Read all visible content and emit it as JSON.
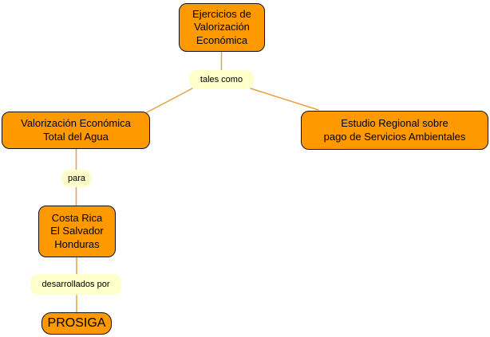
{
  "colors": {
    "node_fill": "#FF9900",
    "node_border": "#111111",
    "label_fill": "#FFFFCC",
    "line": "#E8A13D",
    "text": "#000000",
    "background": "#FFFFFF"
  },
  "nodes": {
    "ejercicios": {
      "text": "Ejercicios de\nValorización\nEconómica"
    },
    "valorizacion": {
      "text": "Valorización Económica\nTotal del Agua"
    },
    "estudio": {
      "text": "Estudio Regional sobre\npago de Servicios Ambientales"
    },
    "paises": {
      "text": "Costa Rica\nEl Salvador\nHonduras"
    },
    "prosiga": {
      "text": "PROSIGA"
    }
  },
  "link_labels": {
    "tales_como": {
      "text": "tales como"
    },
    "para": {
      "text": "para"
    },
    "desarrollados_por": {
      "text": "desarrollados por"
    }
  },
  "edges": [
    {
      "from": "ejercicios",
      "to": "tales_como"
    },
    {
      "from": "tales_como",
      "to": "valorizacion"
    },
    {
      "from": "tales_como",
      "to": "estudio"
    },
    {
      "from": "valorizacion",
      "to": "para"
    },
    {
      "from": "para",
      "to": "paises"
    },
    {
      "from": "paises",
      "to": "desarrollados_por"
    },
    {
      "from": "desarrollados_por",
      "to": "prosiga"
    }
  ]
}
